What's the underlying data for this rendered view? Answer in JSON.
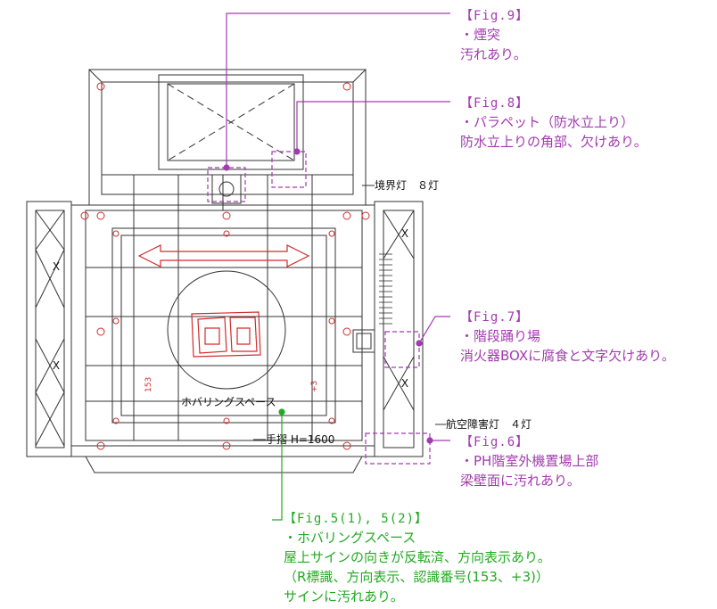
{
  "colors": {
    "line": "#333333",
    "purple": "#a33ab0",
    "green": "#22aa22",
    "red": "#d22b2b"
  },
  "callouts": {
    "fig9": {
      "title": "【Fig.9】",
      "lines": [
        "・煙突",
        "汚れあり。"
      ]
    },
    "fig8": {
      "title": "【Fig.8】",
      "lines": [
        "・パラペット（防水立上り）",
        "防水立上りの角部、欠けあり。"
      ]
    },
    "fig7": {
      "title": "【Fig.7】",
      "lines": [
        "・階段踊り場",
        "消火器BOXに腐食と文字欠けあり。"
      ]
    },
    "fig6": {
      "title": "【Fig.6】",
      "lines": [
        "・PH階室外機置場上部",
        "梁壁面に汚れあり。"
      ]
    },
    "fig5": {
      "title": "【Fig.5(1), 5(2)】",
      "lines": [
        "・ホバリングスペース",
        "屋上サインの向きが反転済、方向表示あり。",
        "（R標識、方向表示、認識番号(153、+3)）",
        "サインに汚れあり。"
      ]
    }
  },
  "labels": {
    "boundary_light": "境界灯　８灯",
    "obstacle_light": "航空障害灯　４灯",
    "handrail": "手摺 H=1600",
    "hovering_space": "ホバリングスペース",
    "sign_number": "153",
    "sign_plus": "+3",
    "x_mark": "X"
  }
}
